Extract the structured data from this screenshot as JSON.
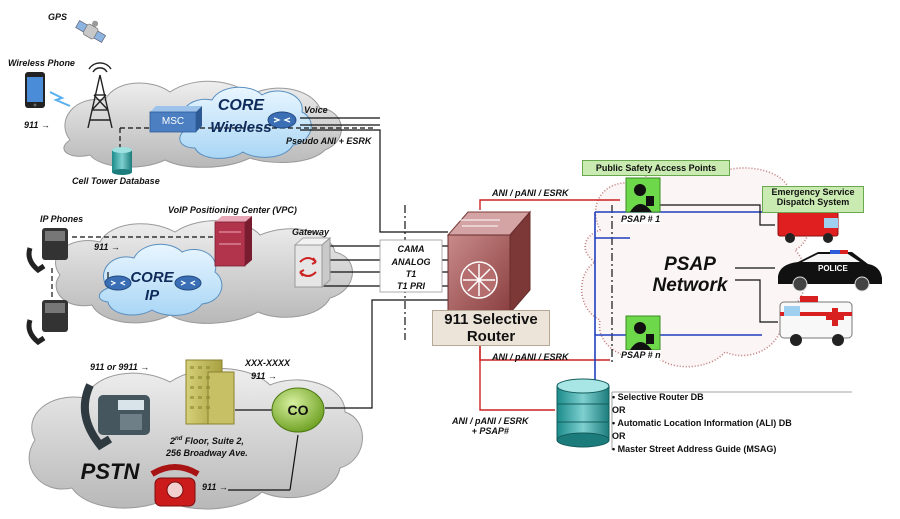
{
  "labels": {
    "gps": "GPS",
    "wireless_phone": "Wireless Phone",
    "wireless_911": "911 →",
    "core_wireless_1": "CORE",
    "core_wireless_2": "Wireless",
    "msc": "MSC",
    "voice": "Voice",
    "pseudo_ani": "Pseudo ANI +  ESRK",
    "cell_tower_db": "Cell Tower Database",
    "ip_phones": "IP Phones",
    "ip_911": "911 →",
    "vpc": "VoIP Positioning Center  (VPC)",
    "gateway": "Gateway",
    "core_ip_1": "CORE",
    "core_ip_2": "IP",
    "trunk_cama": "CAMA",
    "trunk_analog": "ANALOG",
    "trunk_t1": "T1",
    "trunk_t1pri": "T1 PRI",
    "pstn_911_9911": "911 or 9911 →",
    "xxx": "XXX-XXXX",
    "xxx_911": "911 →",
    "address_1a": "2",
    "address_1sup": "nd",
    "address_1b": " Floor, Suite 2,",
    "address_2": "256 Broadway Ave.",
    "co": "CO",
    "pstn": "PSTN",
    "pstn_red_911": "911 →",
    "selective_router_1": "911 Selective",
    "selective_router_2": "Router",
    "ani_top": "ANI / pANI  / ESRK",
    "ani_mid": "ANI / pANI  / ESRK",
    "ani_bottom_1": "ANI / pANI  / ESRK",
    "ani_bottom_2": "+ PSAP#",
    "psap_title": "Public Safety Access Points",
    "psap_1": "PSAP # 1",
    "psap_n": "PSAP # n",
    "psap_network_1": "PSAP",
    "psap_network_2": "Network",
    "esds_1": "Emergency Service",
    "esds_2": "Dispatch System",
    "police": "POLICE"
  },
  "databases": [
    "•  Selective Router DB",
    "OR",
    "•  Automatic Location Information (ALI) DB",
    "OR",
    "•  Master Street Address Guide (MSAG)"
  ],
  "colors": {
    "core_cloud": "#cfeafc",
    "gray_cloud": "#d4d4d4",
    "psap_cloud_edge": "#c07b7b",
    "router": "#a35a5a",
    "green": "#8dc63f",
    "blue_line": "#1f3fbf",
    "red_line": "#cc2222"
  }
}
